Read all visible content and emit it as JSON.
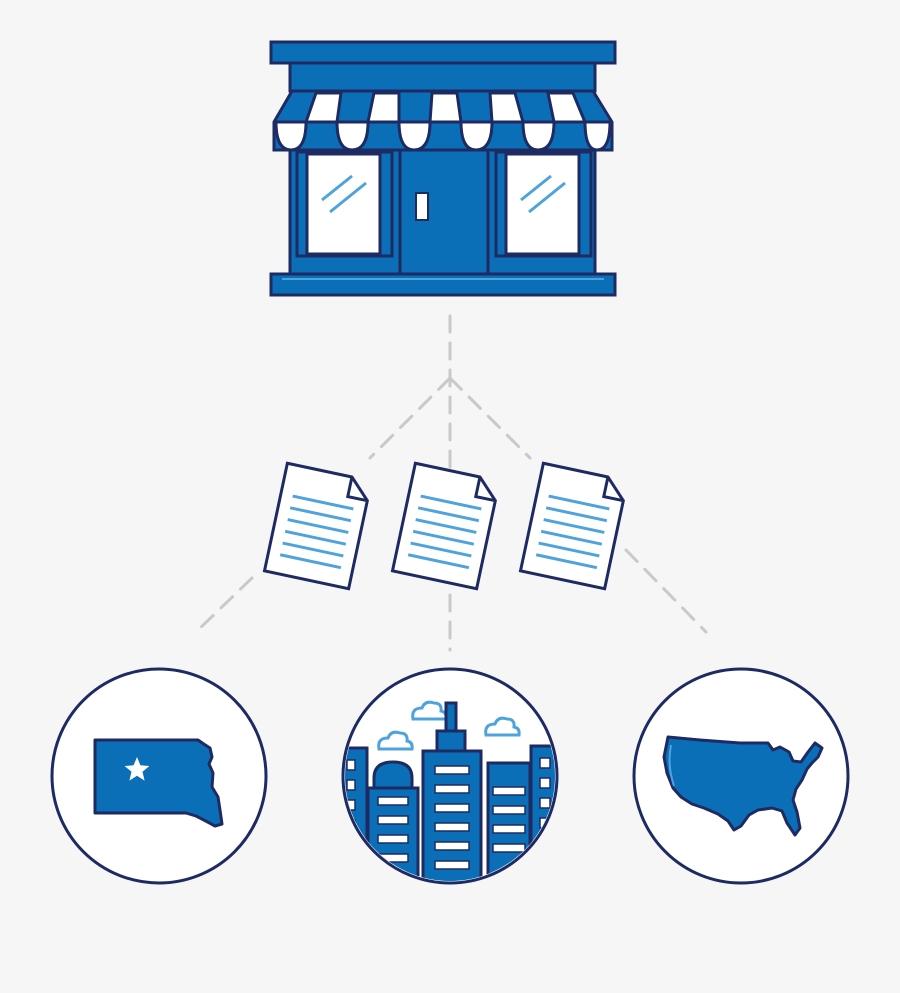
{
  "diagram": {
    "nodes": [
      {
        "id": "storefront",
        "icon": "storefront-icon"
      },
      {
        "id": "document-1",
        "icon": "document-icon"
      },
      {
        "id": "document-2",
        "icon": "document-icon"
      },
      {
        "id": "document-3",
        "icon": "document-icon"
      },
      {
        "id": "state",
        "icon": "state-map-star-icon"
      },
      {
        "id": "city",
        "icon": "city-skyline-icon"
      },
      {
        "id": "nation",
        "icon": "us-map-icon"
      }
    ],
    "edges": [
      {
        "from": "storefront",
        "to": "document-1",
        "style": "dashed"
      },
      {
        "from": "storefront",
        "to": "document-2",
        "style": "dashed"
      },
      {
        "from": "storefront",
        "to": "document-3",
        "style": "dashed"
      },
      {
        "from": "document-1",
        "to": "state",
        "style": "dashed"
      },
      {
        "from": "document-2",
        "to": "city",
        "style": "dashed"
      },
      {
        "from": "document-3",
        "to": "nation",
        "style": "dashed"
      }
    ]
  },
  "colors": {
    "background": "#f6f6f7",
    "navy": "#1e2a62",
    "blue": "#0b6fb8",
    "light_blue": "#4fa3dd",
    "connector": "#c9c9c9",
    "white": "#ffffff"
  }
}
